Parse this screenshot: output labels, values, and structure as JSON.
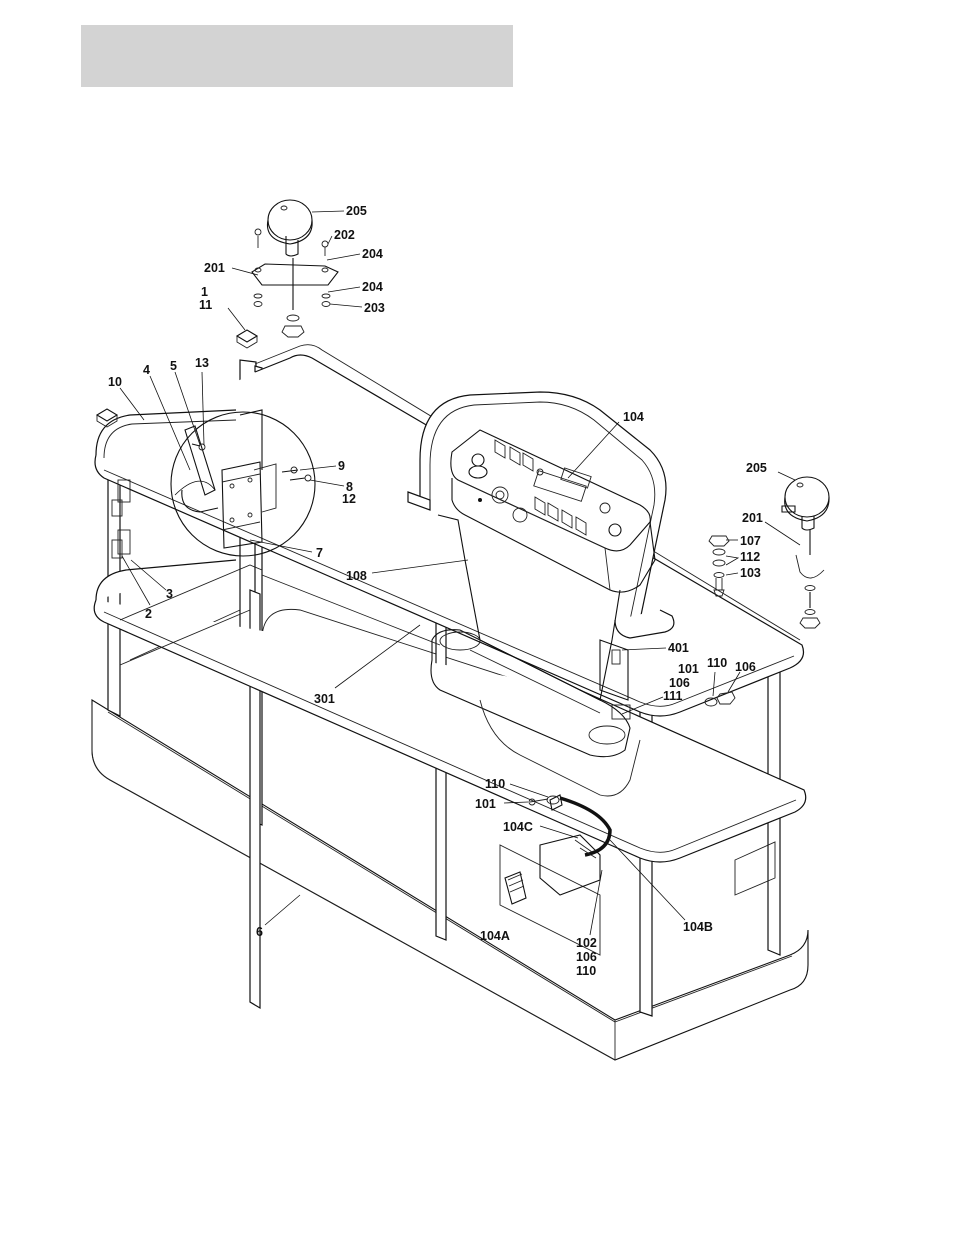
{
  "header": {
    "band_color": "#d3d3d3"
  },
  "diagram": {
    "labels": [
      {
        "id": "205-top",
        "text": "205"
      },
      {
        "id": "202",
        "text": "202"
      },
      {
        "id": "204-top",
        "text": "204"
      },
      {
        "id": "201-top",
        "text": "201"
      },
      {
        "id": "1",
        "text": "1"
      },
      {
        "id": "11",
        "text": "11"
      },
      {
        "id": "204-mid",
        "text": "204"
      },
      {
        "id": "203",
        "text": "203"
      },
      {
        "id": "13",
        "text": "13"
      },
      {
        "id": "10",
        "text": "10"
      },
      {
        "id": "4",
        "text": "4"
      },
      {
        "id": "5",
        "text": "5"
      },
      {
        "id": "9",
        "text": "9"
      },
      {
        "id": "8",
        "text": "8"
      },
      {
        "id": "12",
        "text": "12"
      },
      {
        "id": "7",
        "text": "7"
      },
      {
        "id": "3",
        "text": "3"
      },
      {
        "id": "2",
        "text": "2"
      },
      {
        "id": "104",
        "text": "104"
      },
      {
        "id": "205-right",
        "text": "205"
      },
      {
        "id": "201-right",
        "text": "201"
      },
      {
        "id": "107",
        "text": "107"
      },
      {
        "id": "112",
        "text": "112"
      },
      {
        "id": "103",
        "text": "103"
      },
      {
        "id": "108",
        "text": "108"
      },
      {
        "id": "401",
        "text": "401"
      },
      {
        "id": "110-right",
        "text": "110"
      },
      {
        "id": "106-right",
        "text": "106"
      },
      {
        "id": "101-right",
        "text": "101"
      },
      {
        "id": "106-stack",
        "text": "106"
      },
      {
        "id": "111",
        "text": "111"
      },
      {
        "id": "301",
        "text": "301"
      },
      {
        "id": "110-mid",
        "text": "110"
      },
      {
        "id": "101-mid",
        "text": "101"
      },
      {
        "id": "104C",
        "text": "104C"
      },
      {
        "id": "6",
        "text": "6"
      },
      {
        "id": "104A",
        "text": "104A"
      },
      {
        "id": "104B",
        "text": "104B"
      },
      {
        "id": "102",
        "text": "102"
      },
      {
        "id": "106-bottom",
        "text": "106"
      },
      {
        "id": "110-bottom",
        "text": "110"
      }
    ]
  }
}
